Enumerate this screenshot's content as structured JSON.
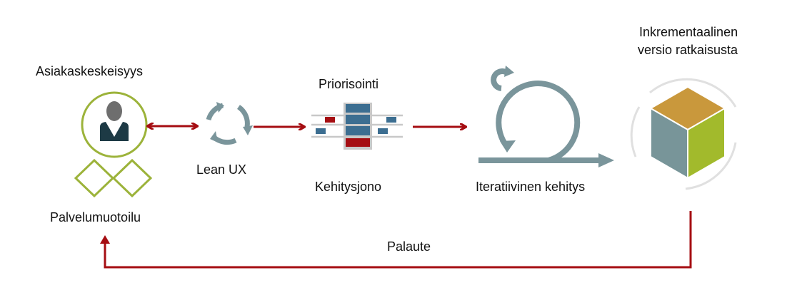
{
  "labels": {
    "customer": "Asiakaskeskeisyys",
    "service_design": "Palvelumuotoilu",
    "lean_ux": "Lean UX",
    "prioritization": "Priorisointi",
    "backlog": "Kehitysjono",
    "iterative": "Iteratiivinen kehitys",
    "increment_line1": "Inkrementaalinen",
    "increment_line2": "versio ratkaisusta",
    "feedback": "Palaute"
  },
  "colors": {
    "arrow": "#a50d12",
    "green": "#9cb33a",
    "slate": "#7a959b",
    "navy": "#3c6e91",
    "cube_top": "#c9983c",
    "cube_left": "#789599",
    "cube_right": "#a2ba2c"
  }
}
